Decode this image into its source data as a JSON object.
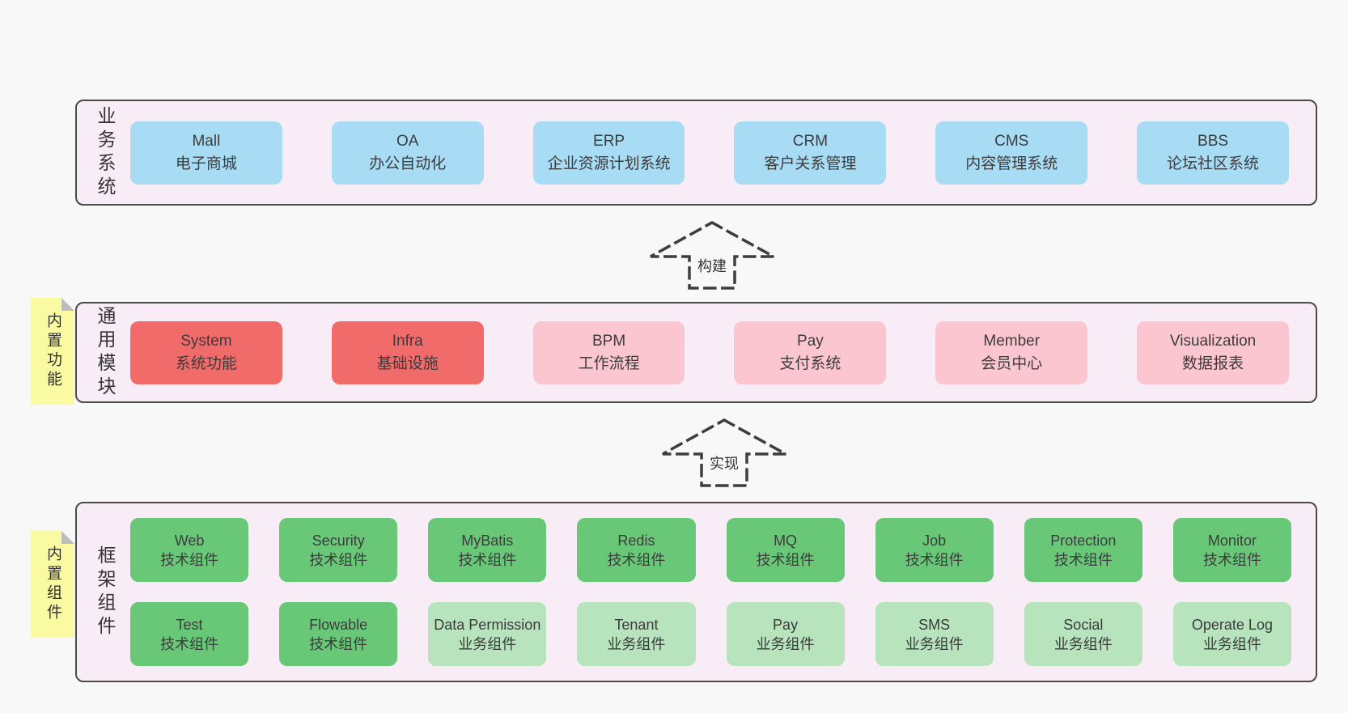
{
  "colors": {
    "pageBg": "#f8f8f8",
    "bandBg": "#f8edf6",
    "bandBorder": "#4b4b4b",
    "blue": "#a8dbf4",
    "red": "#f16b6b",
    "pink": "#fbc6cf",
    "green": "#68c878",
    "lightgreen": "#b7e3bd",
    "yellow": "#fafaa2",
    "fold": "#bdbdbd",
    "text": "#3c3c3c",
    "arrow": "#3d3d3d"
  },
  "bands": [
    {
      "label": "业务系统",
      "boxes": [
        {
          "name": "Mall",
          "desc": "电子商城",
          "type": "blue"
        },
        {
          "name": "OA",
          "desc": "办公自动化",
          "type": "blue"
        },
        {
          "name": "ERP",
          "desc": "企业资源计划系统",
          "type": "blue"
        },
        {
          "name": "CRM",
          "desc": "客户关系管理",
          "type": "blue"
        },
        {
          "name": "CMS",
          "desc": "内容管理系统",
          "type": "blue"
        },
        {
          "name": "BBS",
          "desc": "论坛社区系统",
          "type": "blue"
        }
      ]
    },
    {
      "label": "通用模块",
      "note": "内置功能",
      "boxes": [
        {
          "name": "System",
          "desc": "系统功能",
          "type": "red"
        },
        {
          "name": "Infra",
          "desc": "基础设施",
          "type": "red"
        },
        {
          "name": "BPM",
          "desc": "工作流程",
          "type": "pink"
        },
        {
          "name": "Pay",
          "desc": "支付系统",
          "type": "pink"
        },
        {
          "name": "Member",
          "desc": "会员中心",
          "type": "pink"
        },
        {
          "name": "Visualization",
          "desc": "数据报表",
          "type": "pink"
        }
      ]
    },
    {
      "label": "框架组件",
      "note": "内置组件",
      "rows": [
        [
          {
            "name": "Web",
            "desc": "技术组件",
            "type": "green"
          },
          {
            "name": "Security",
            "desc": "技术组件",
            "type": "green"
          },
          {
            "name": "MyBatis",
            "desc": "技术组件",
            "type": "green"
          },
          {
            "name": "Redis",
            "desc": "技术组件",
            "type": "green"
          },
          {
            "name": "MQ",
            "desc": "技术组件",
            "type": "green"
          },
          {
            "name": "Job",
            "desc": "技术组件",
            "type": "green"
          },
          {
            "name": "Protection",
            "desc": "技术组件",
            "type": "green"
          },
          {
            "name": "Monitor",
            "desc": "技术组件",
            "type": "green"
          }
        ],
        [
          {
            "name": "Test",
            "desc": "技术组件",
            "type": "green"
          },
          {
            "name": "Flowable",
            "desc": "技术组件",
            "type": "green"
          },
          {
            "name": "Data Permission",
            "desc": "业务组件",
            "type": "lightgreen"
          },
          {
            "name": "Tenant",
            "desc": "业务组件",
            "type": "lightgreen"
          },
          {
            "name": "Pay",
            "desc": "业务组件",
            "type": "lightgreen"
          },
          {
            "name": "SMS",
            "desc": "业务组件",
            "type": "lightgreen"
          },
          {
            "name": "Social",
            "desc": "业务组件",
            "type": "lightgreen"
          },
          {
            "name": "Operate Log",
            "desc": "业务组件",
            "type": "lightgreen"
          }
        ]
      ]
    }
  ],
  "arrows": [
    {
      "label": "构建"
    },
    {
      "label": "实现"
    }
  ]
}
